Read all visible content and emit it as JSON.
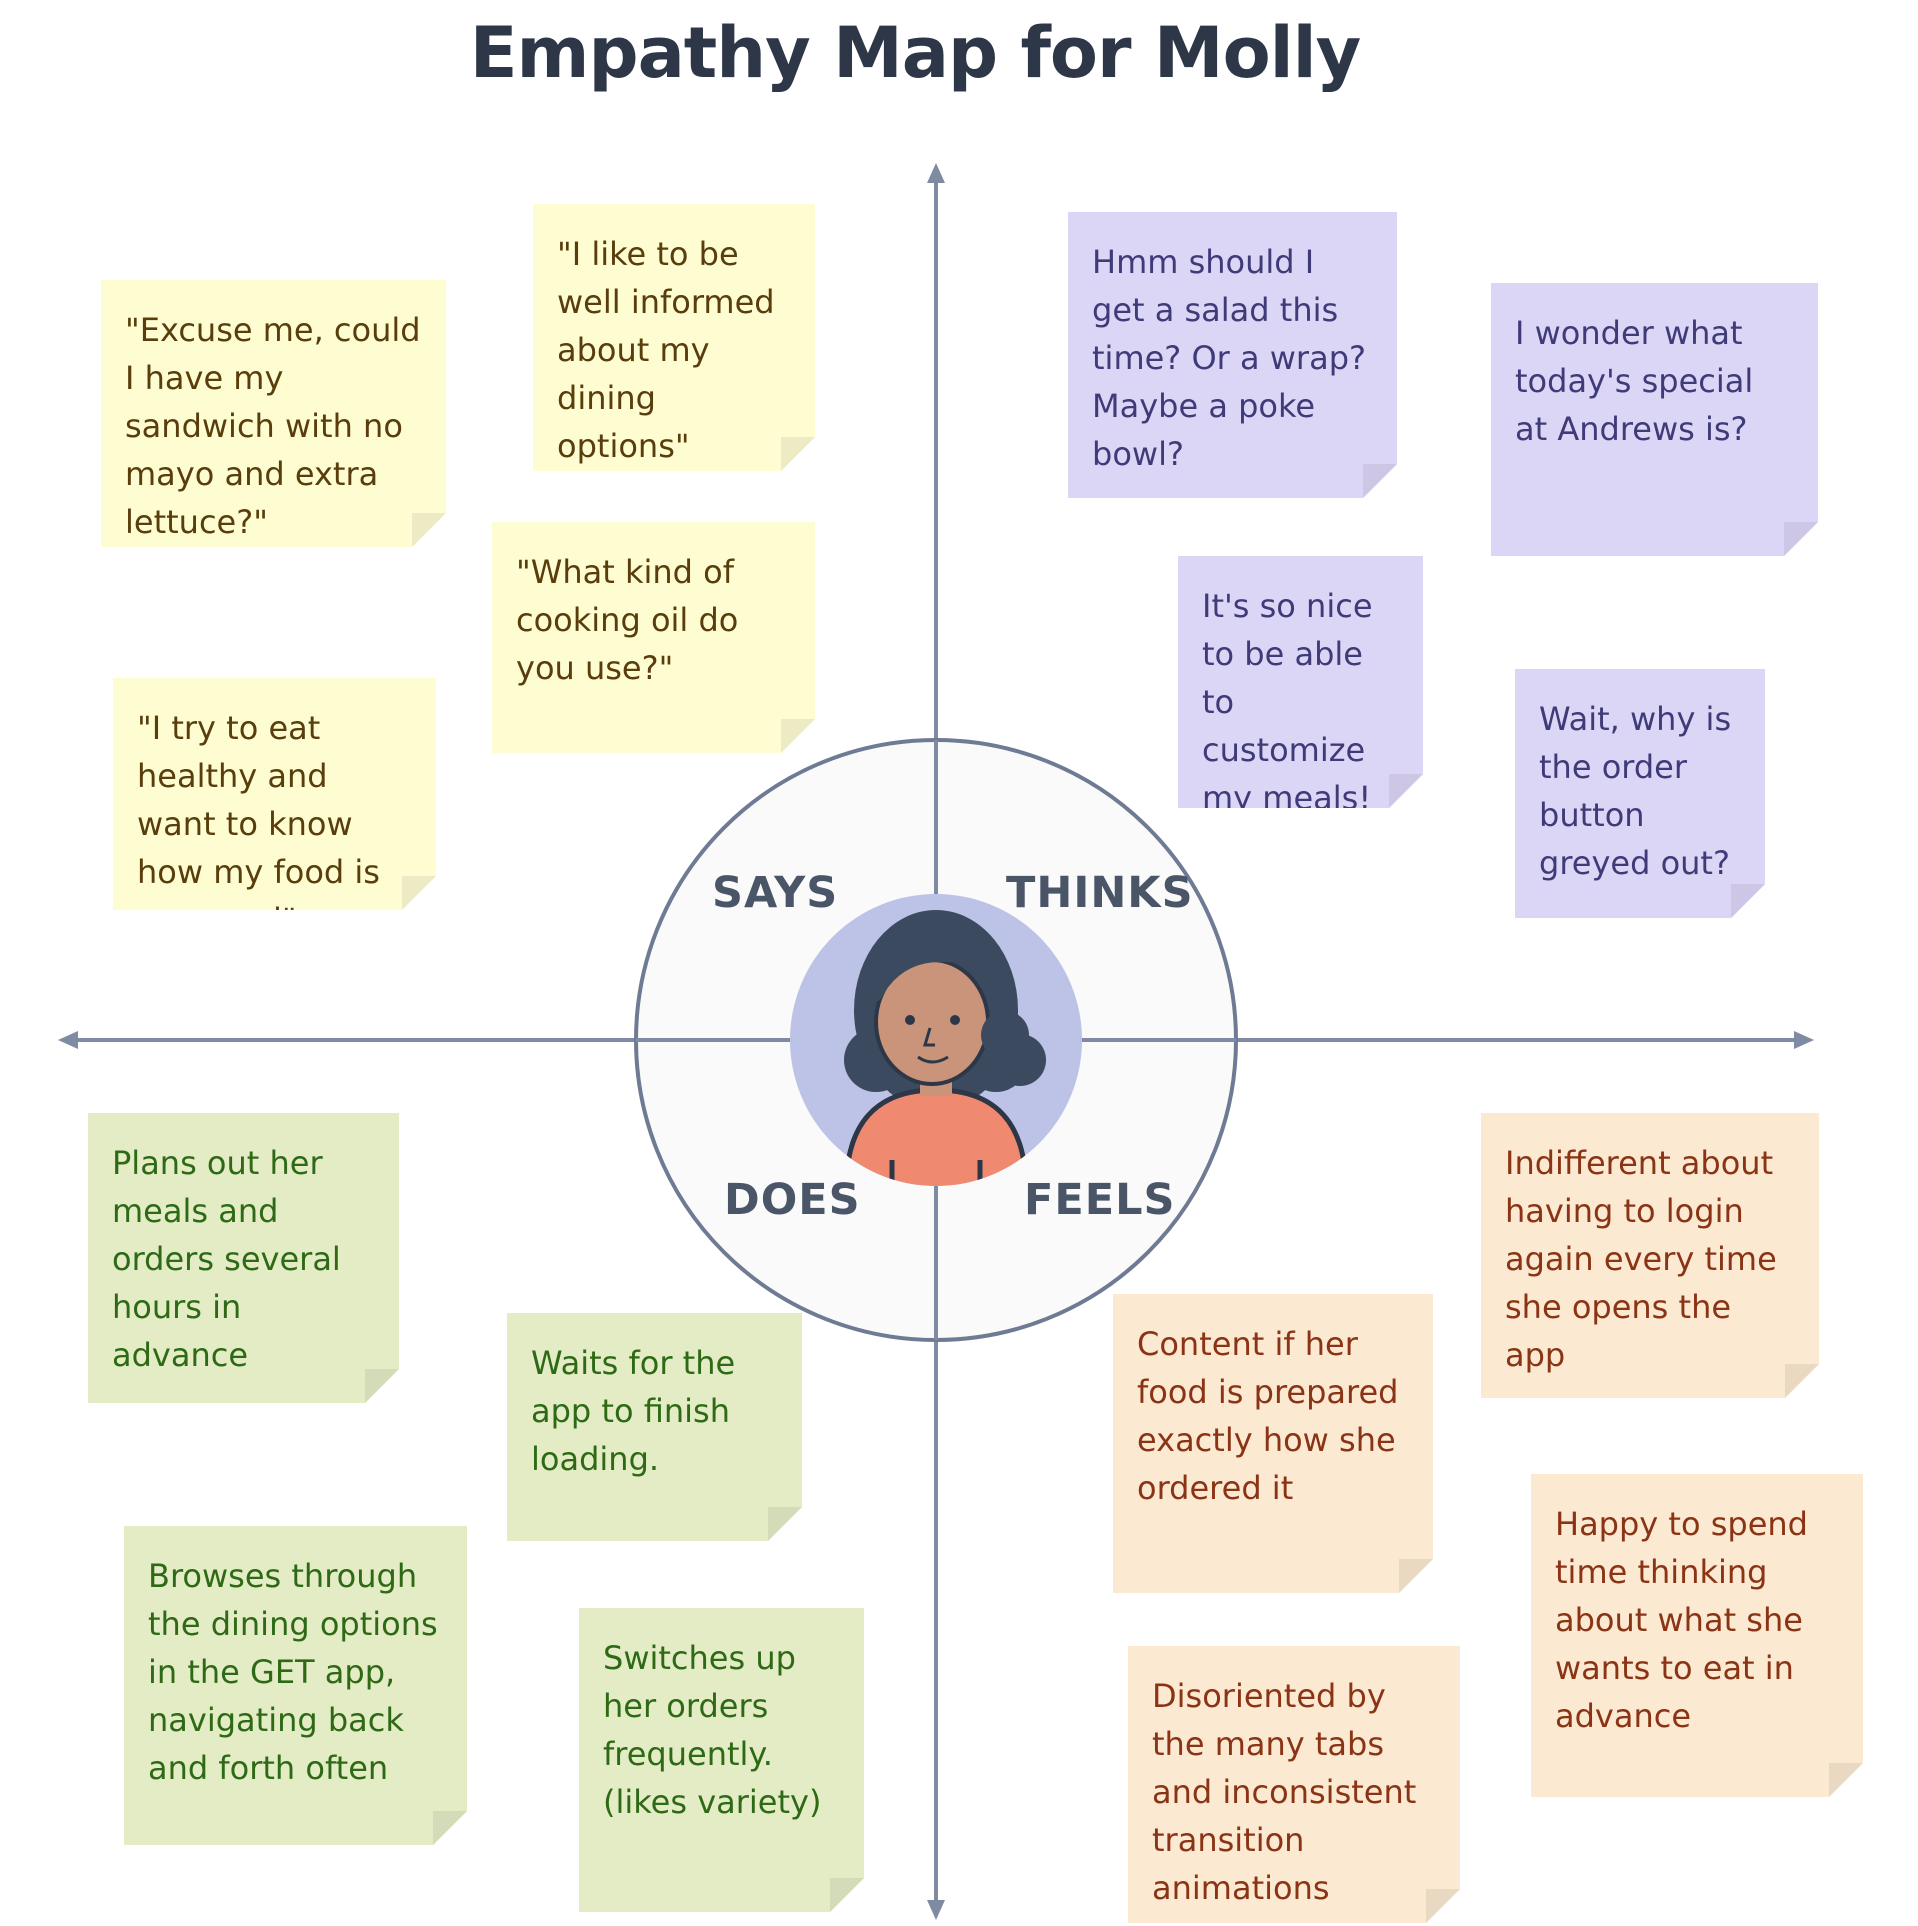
{
  "title": "Empathy Map for Molly",
  "quadrants": {
    "says": "SAYS",
    "thinks": "THINKS",
    "does": "DOES",
    "feels": "FEELS"
  },
  "colors": {
    "says_bg": "#fefdd2",
    "says_text": "#5a3d0c",
    "thinks_bg": "#dcd6f6",
    "thinks_text": "#3f3b78",
    "does_bg": "#e4ecc6",
    "does_text": "#2e6a16",
    "feels_bg": "#fbe9d2",
    "feels_text": "#8a3415",
    "axis": "#7f8aa3",
    "avatar_bg": "#bcc3e6"
  },
  "says_notes": [
    "\"Excuse me, could I have my sandwich with no mayo and extra lettuce?\"",
    "\"I like to be well informed about my dining options\"",
    "\"What kind of cooking oil do you use?\"",
    "\"I try to eat healthy and want to know how my food is prepared\""
  ],
  "thinks_notes": [
    "Hmm should I get a salad this time? Or a wrap? Maybe a poke bowl?",
    "I wonder what today's special at Andrews is?",
    "It's so nice to be able to customize my meals!",
    "Wait, why is the order button greyed out?"
  ],
  "does_notes": [
    "Plans out her meals and orders several hours in advance",
    "Waits for the app to finish loading.",
    "Browses through the dining options in the GET app, navigating back and forth often",
    "Switches up her orders frequently. (likes variety)"
  ],
  "feels_notes": [
    "Indifferent about having to login again every time she opens the app",
    "Content if her food is prepared exactly how she ordered it",
    "Happy to spend time thinking about what she wants to eat in advance",
    "Disoriented by the many tabs and inconsistent transition animations"
  ],
  "avatar": {
    "icon": "persona-avatar-icon"
  }
}
